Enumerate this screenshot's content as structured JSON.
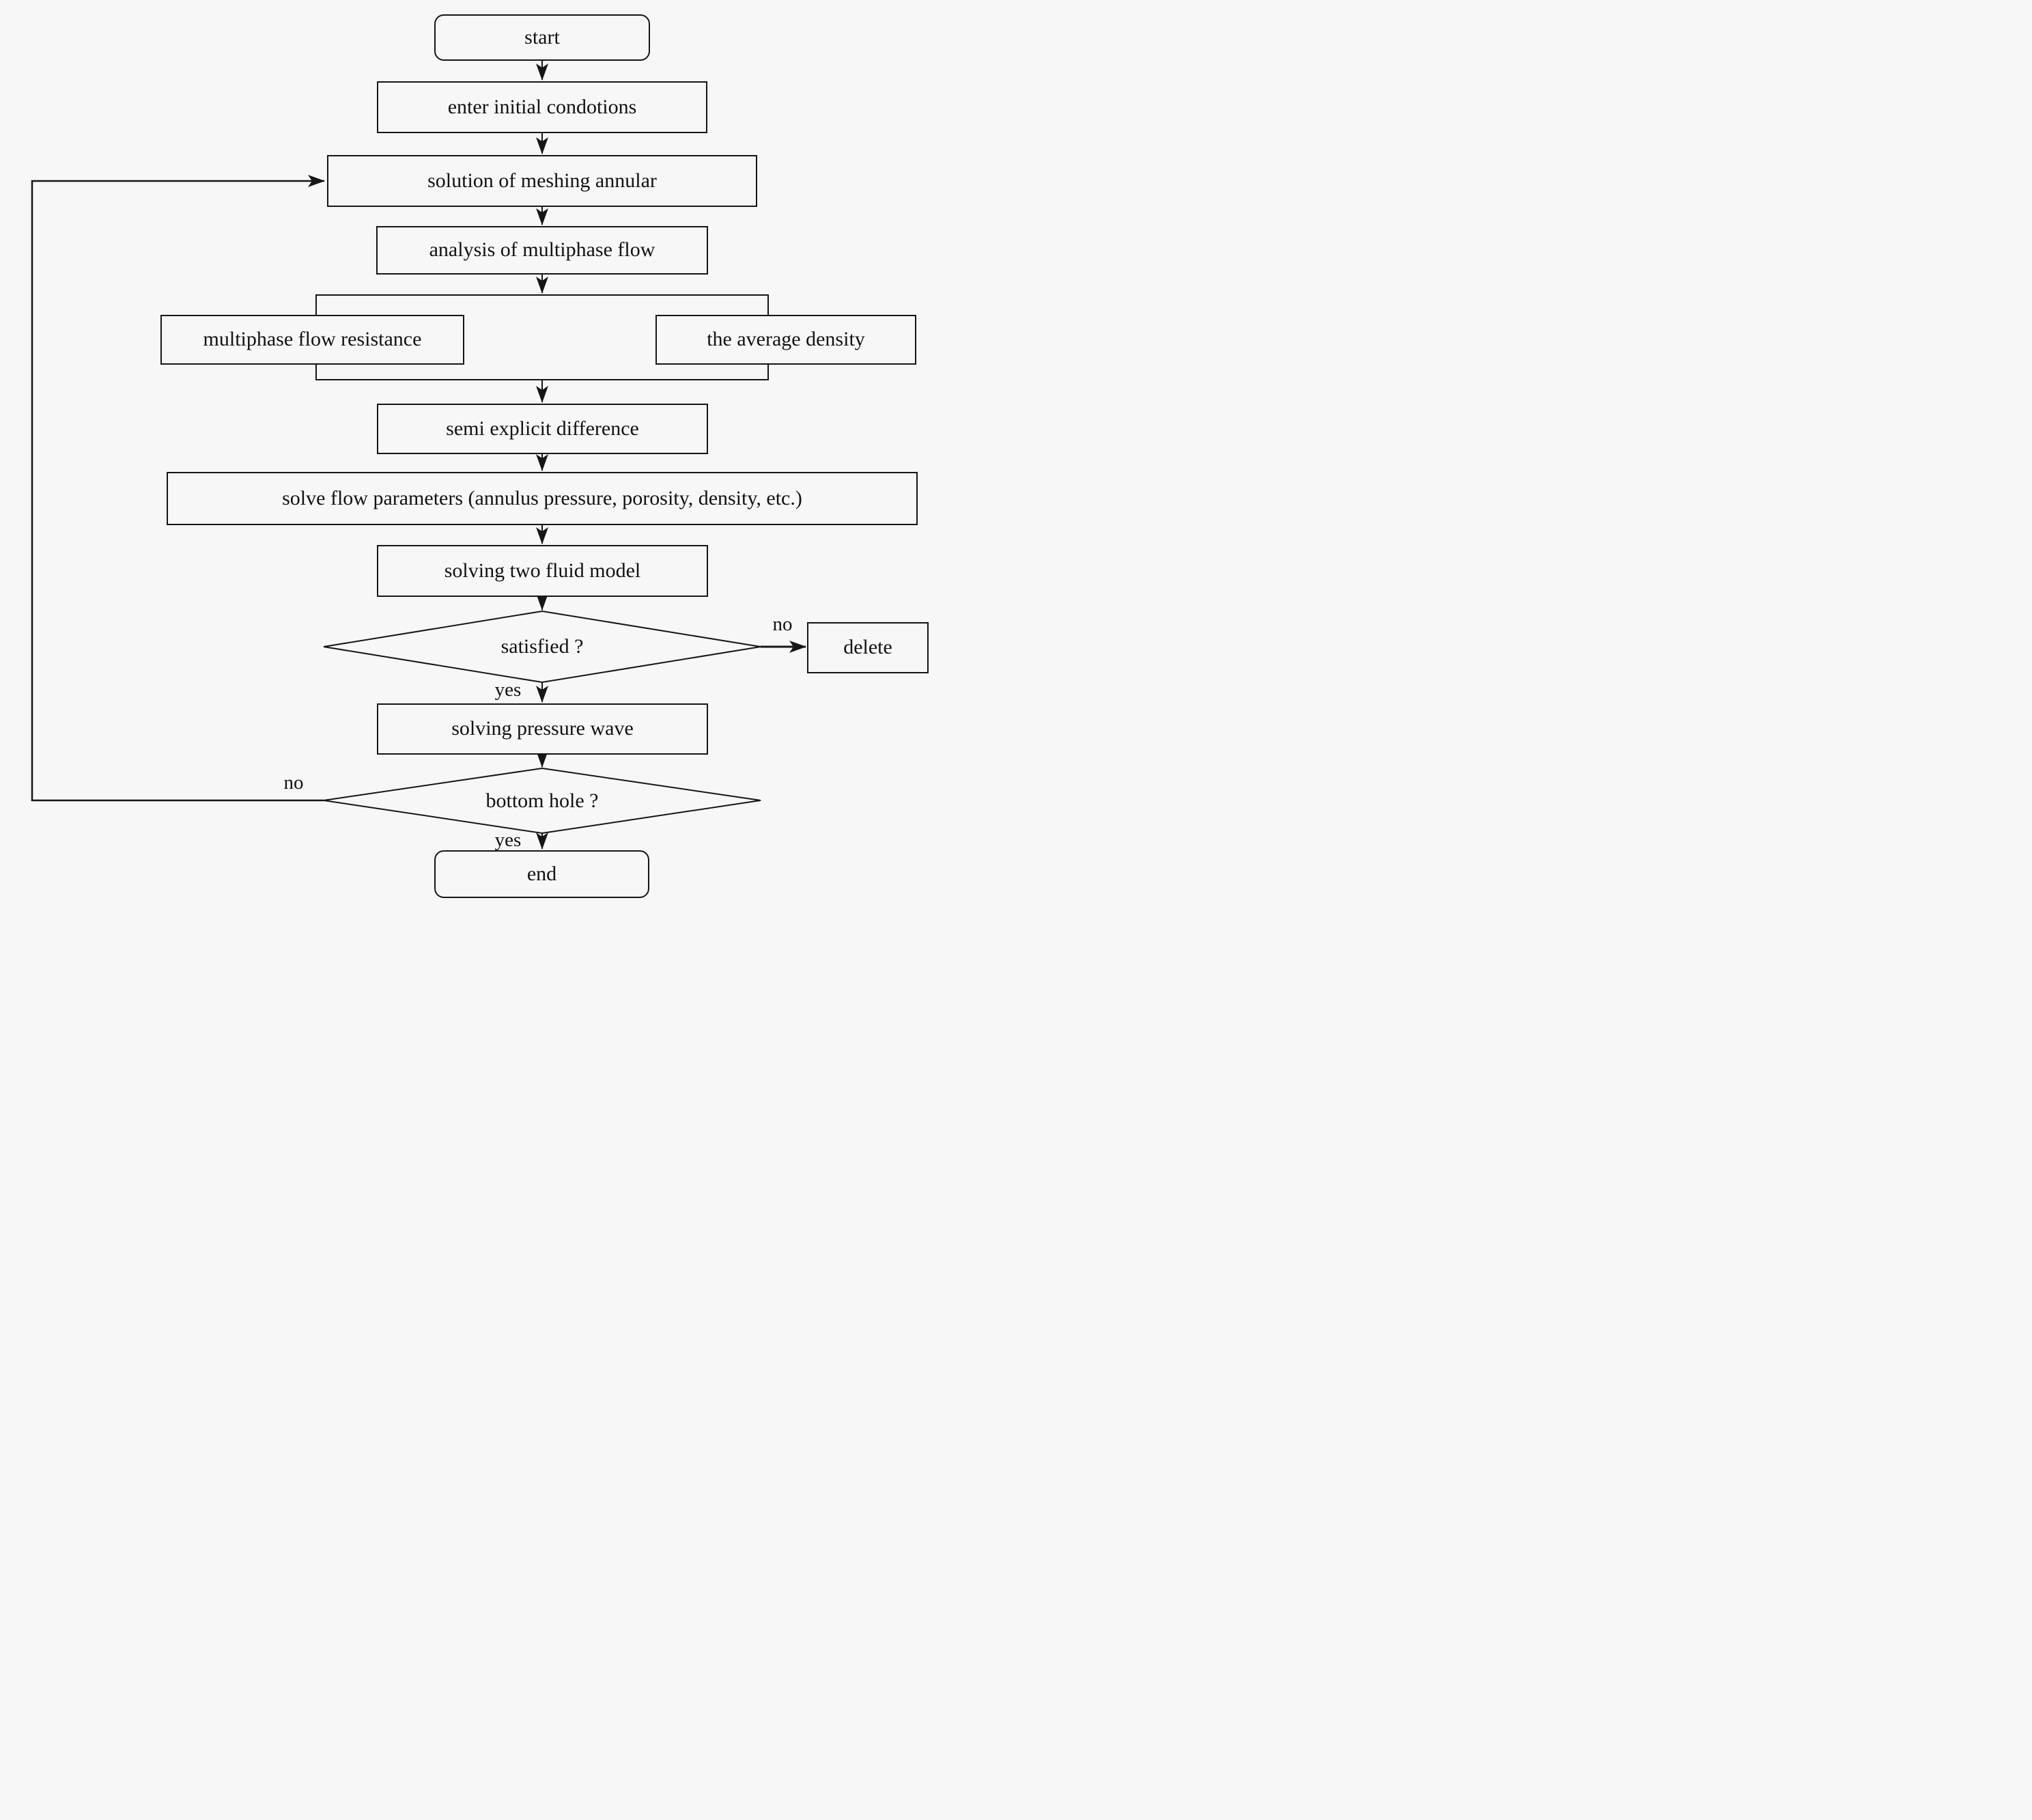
{
  "canvas": {
    "background": "#f7f7f7",
    "ink": "#161616"
  },
  "nodes": {
    "start": "start",
    "enter_initial_conditions": "enter initial condotions",
    "solution_meshing_annular": "solution of meshing annular",
    "analysis_multiphase_flow": "analysis of multiphase flow",
    "multiphase_flow_resistance": "multiphase flow resistance",
    "average_density": "the average density",
    "semi_explicit_difference": "semi explicit difference",
    "solve_flow_parameters": "solve flow parameters (annulus pressure, porosity, density, etc.)",
    "solving_two_fluid_model": "solving two fluid model",
    "satisfied_decision": "satisfied ?",
    "delete": "delete",
    "solving_pressure_wave": "solving pressure wave",
    "bottom_hole_decision": "bottom hole ?",
    "end": "end"
  },
  "edge_labels": {
    "satisfied_no": "no",
    "satisfied_yes": "yes",
    "bottom_hole_no": "no",
    "bottom_hole_yes": "yes"
  }
}
